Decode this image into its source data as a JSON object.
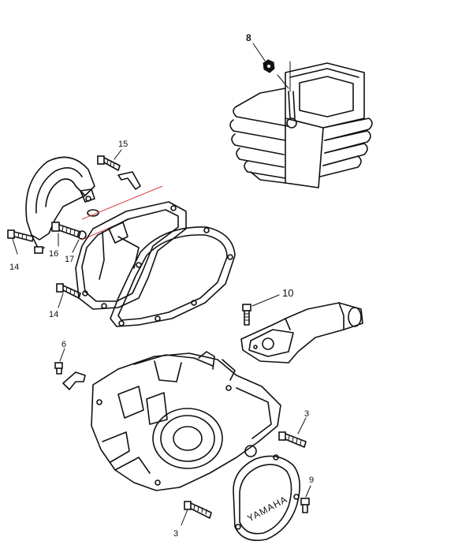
{
  "labels": {
    "c8": "8",
    "c15": "15",
    "c14a": "14",
    "c16": "16",
    "c17": "17",
    "c14b": "14",
    "c10": "10",
    "c6": "6",
    "c3a": "3",
    "c3b": "3",
    "c9": "9"
  },
  "cover_text": "YAMAHA",
  "colors": {
    "line": "#111111",
    "accent": "#d94040",
    "background": "#ffffff"
  }
}
